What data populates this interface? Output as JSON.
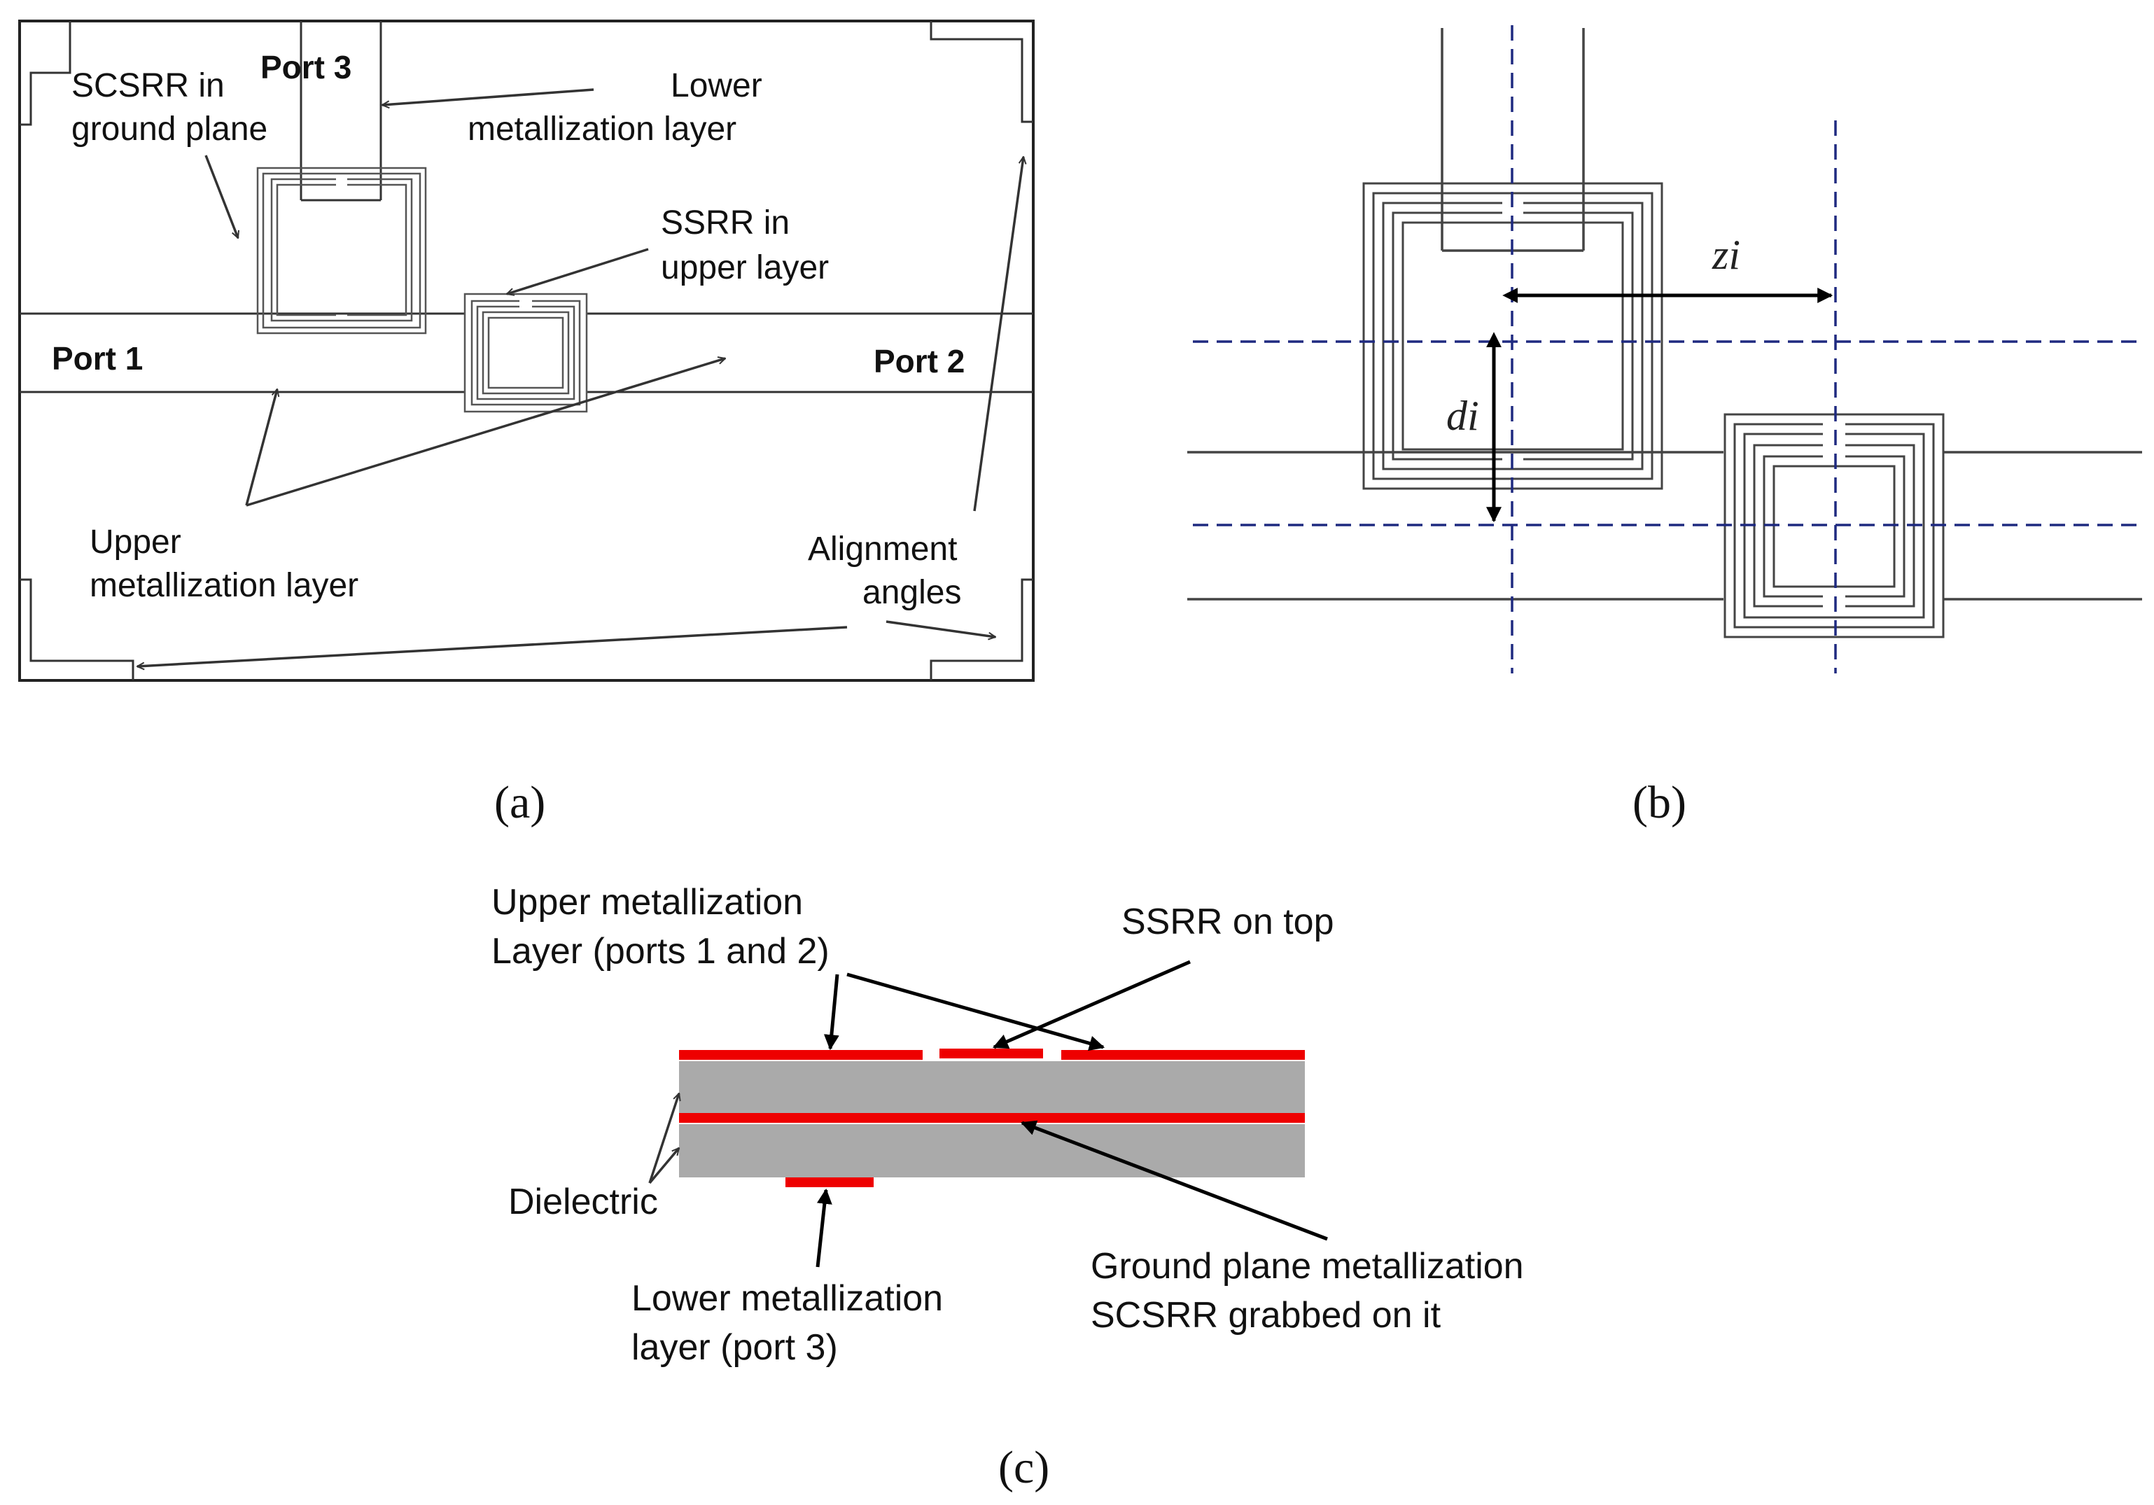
{
  "panel_a": {
    "port3": "Port 3",
    "port1": "Port 1",
    "port2": "Port 2",
    "scsrr_line1": "SCSRR in",
    "scsrr_line2": "ground plane",
    "lower_line1": "Lower",
    "lower_line2": "metallization  layer",
    "ssrr_line1": "SSRR in",
    "ssrr_line2": "upper layer",
    "upper_line1": "Upper",
    "upper_line2": "metallization  layer",
    "align_line1": "Alignment",
    "align_line2": "angles",
    "caption": "(a)"
  },
  "panel_b": {
    "zi": "zi",
    "di": "di",
    "caption": "(b)",
    "dash_color": "#1f2a80"
  },
  "panel_c": {
    "upper_line1": "Upper metallization",
    "upper_line2": "Layer (ports 1 and 2)",
    "ssrr": "SSRR on top",
    "dielectric": "Dielectric",
    "lower_line1": "Lower metallization",
    "lower_line2": "layer  (port 3)",
    "ground_line1": "Ground plane metallization",
    "ground_line2": "SCSRR grabbed on it",
    "caption": "(c)",
    "metal_color": "#ee0000",
    "dielectric_color": "#aaaaaa"
  }
}
